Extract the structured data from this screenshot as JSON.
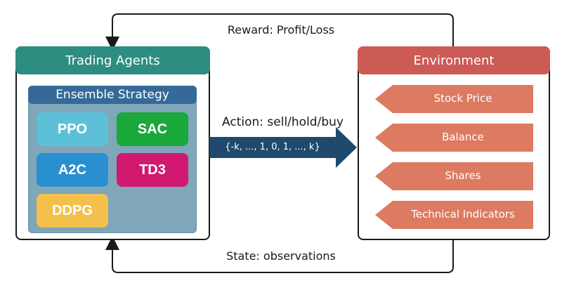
{
  "top_loop": {
    "label": "Reward: Profit/Loss"
  },
  "bottom_loop": {
    "label": "State: observations"
  },
  "agents": {
    "title": "Trading Agents",
    "header_color": "#2d8d80",
    "ensemble": {
      "title": "Ensemble Strategy",
      "algorithms": [
        {
          "name": "PPO",
          "color": "#5cc1d6"
        },
        {
          "name": "SAC",
          "color": "#1aa83a"
        },
        {
          "name": "A2C",
          "color": "#2a8fd0"
        },
        {
          "name": "TD3",
          "color": "#d1196f"
        },
        {
          "name": "DDPG",
          "color": "#f4c04c"
        }
      ]
    }
  },
  "action": {
    "label": "Action: sell/hold/buy",
    "range": "{-k, ..., 1, 0, 1, ..., k}",
    "color": "#1f4a6e"
  },
  "environment": {
    "title": "Environment",
    "header_color": "#cc5a55",
    "tag_color": "#dd7a62",
    "items": [
      "Stock Price",
      "Balance",
      "Shares",
      "Technical Indicators"
    ]
  }
}
